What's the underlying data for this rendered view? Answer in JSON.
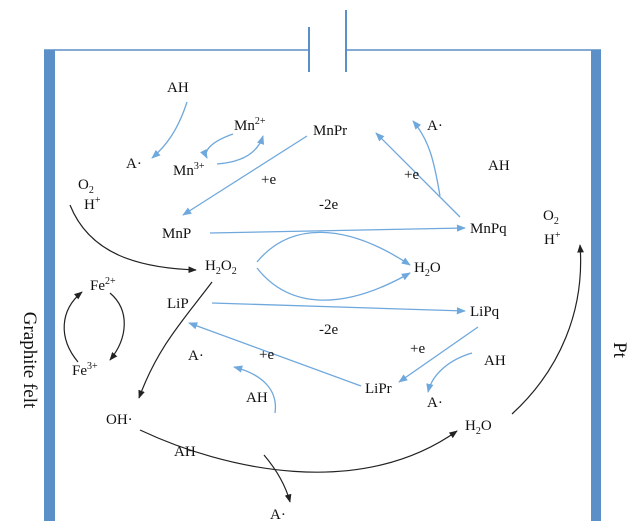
{
  "colors": {
    "electrode": "#5b8fc7",
    "blue_arrow": "#6fa8dc",
    "black_arrow": "#222222"
  },
  "electrodes": {
    "left_label": "Graphite felt",
    "right_label": "Pt"
  },
  "species": {
    "ah_top_left": "AH",
    "a_top_left": "A·",
    "mn2": "Mn",
    "mn2_sup": "2+",
    "mn3": "Mn",
    "mn3_sup": "3+",
    "mnpr": "MnPr",
    "a_top_right": "A·",
    "ah_top_right": "AH",
    "o2_left": "O",
    "o2_left_sub": "2",
    "h_left": "H",
    "h_left_sup": "+",
    "e_left_top": "+e",
    "e_right_top": "+e",
    "o2_right": "O",
    "o2_right_sub": "2",
    "h_right": "H",
    "h_right_sup": "+",
    "mnp": "MnP",
    "minus2e_top": "-2e",
    "mnpq": "MnPq",
    "h2o2": "H",
    "h2o2_sub": "2",
    "h2o2_tail": "O",
    "h2o2_sub2": "2",
    "h2o": "H",
    "h2o_sub": "2",
    "h2o_tail": "O",
    "fe2": "Fe",
    "fe2_sup": "2+",
    "lip": "LiP",
    "lipq": "LiPq",
    "minus2e_bottom": "-2e",
    "fe3": "Fe",
    "fe3_sup": "3+",
    "e_left_bottom": "+e",
    "e_right_bottom": "+e",
    "ah_lower_right": "AH",
    "a_lower_left": "A·",
    "ah_lower_left": "AH",
    "lipr": "LiPr",
    "a_lower_right": "A·",
    "oh_radical": "OH·",
    "h2o_bottom": "H",
    "h2o_bottom_sub": "2",
    "h2o_bottom_tail": "O",
    "ah_bottom": "AH",
    "a_bottom": "A·"
  }
}
